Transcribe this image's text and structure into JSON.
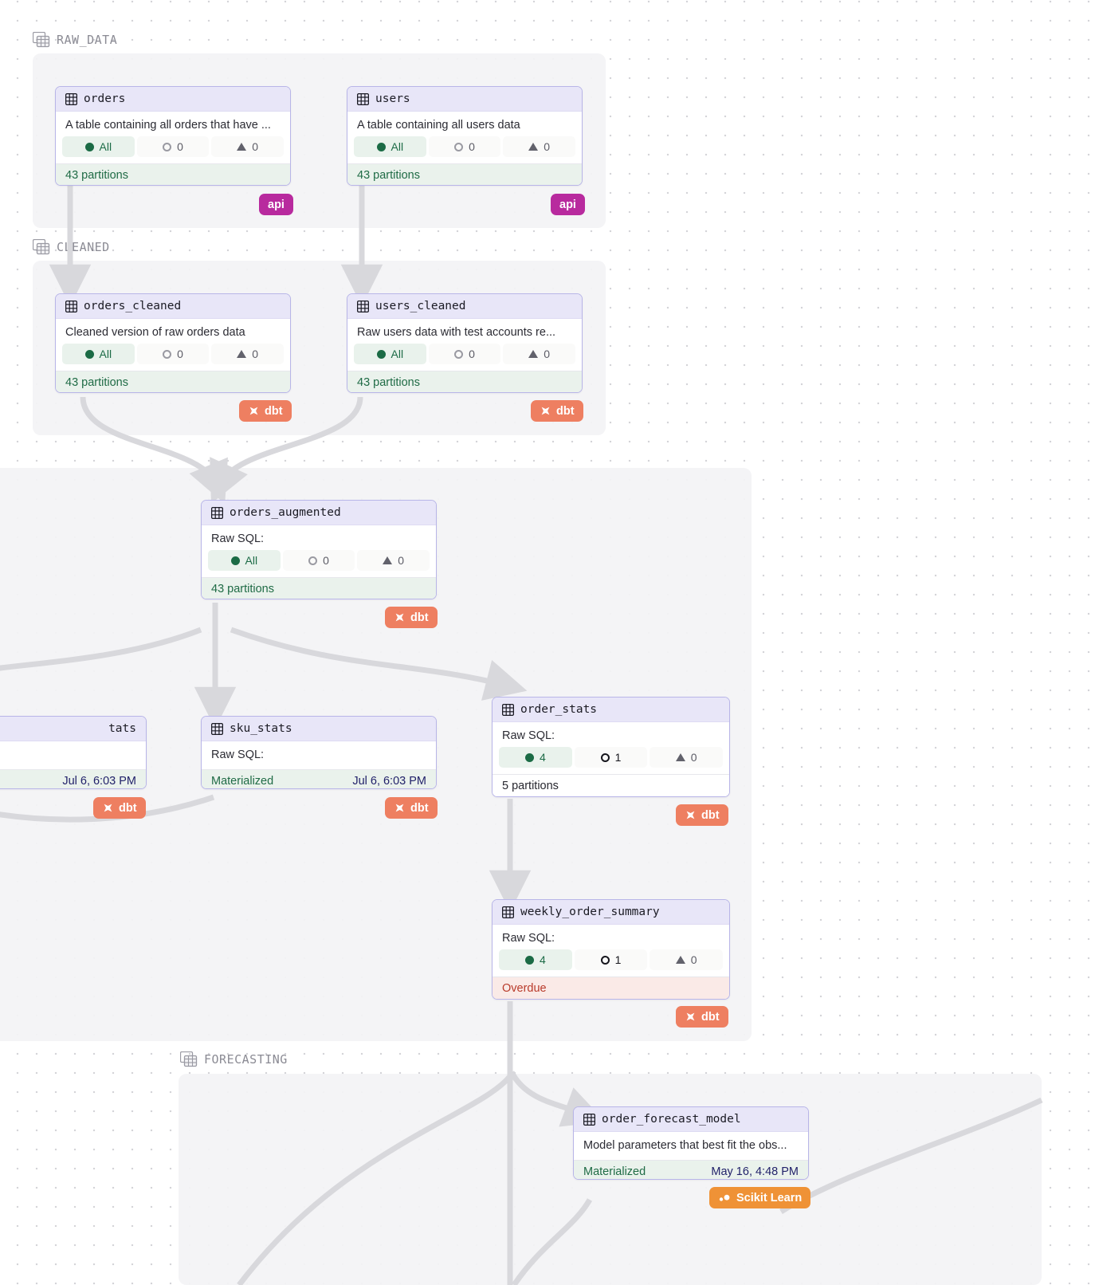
{
  "groups": [
    {
      "id": "raw_data",
      "label": "RAW_DATA"
    },
    {
      "id": "cleaned",
      "label": "CLEANED"
    },
    {
      "id": "analytics",
      "label": ""
    },
    {
      "id": "forecasting",
      "label": "FORECASTING"
    }
  ],
  "nodes": [
    {
      "id": "orders",
      "title": "orders",
      "desc": "A table containing all orders that have ...",
      "status": {
        "success_label": "All",
        "in_progress": "0",
        "failed": "0"
      },
      "footer_left": "43 partitions",
      "footer_right": "",
      "footer_style": "green"
    },
    {
      "id": "users",
      "title": "users",
      "desc": "A table containing all users data",
      "status": {
        "success_label": "All",
        "in_progress": "0",
        "failed": "0"
      },
      "footer_left": "43 partitions",
      "footer_right": "",
      "footer_style": "green"
    },
    {
      "id": "orders_cleaned",
      "title": "orders_cleaned",
      "desc": "Cleaned version of raw orders data",
      "status": {
        "success_label": "All",
        "in_progress": "0",
        "failed": "0"
      },
      "footer_left": "43 partitions",
      "footer_right": "",
      "footer_style": "green"
    },
    {
      "id": "users_cleaned",
      "title": "users_cleaned",
      "desc": "Raw users data with test accounts re...",
      "status": {
        "success_label": "All",
        "in_progress": "0",
        "failed": "0"
      },
      "footer_left": "43 partitions",
      "footer_right": "",
      "footer_style": "green"
    },
    {
      "id": "orders_augmented",
      "title": "orders_augmented",
      "desc": "Raw SQL:",
      "status": {
        "success_label": "All",
        "in_progress": "0",
        "failed": "0"
      },
      "footer_left": "43 partitions",
      "footer_right": "",
      "footer_style": "green"
    },
    {
      "id": "sku_stats_partial",
      "title": "tats",
      "desc": "",
      "footer_left": "",
      "footer_right": "Jul 6, 6:03 PM",
      "footer_style": "green"
    },
    {
      "id": "sku_stats",
      "title": "sku_stats",
      "desc": "Raw SQL:",
      "footer_left": "Materialized",
      "footer_right": "Jul 6, 6:03 PM",
      "footer_style": "green"
    },
    {
      "id": "order_stats",
      "title": "order_stats",
      "desc": "Raw SQL:",
      "status": {
        "success_label": "4",
        "in_progress": "1",
        "failed": "0"
      },
      "footer_left": "5 partitions",
      "footer_right": "",
      "footer_style": "plain"
    },
    {
      "id": "weekly_order_summary",
      "title": "weekly_order_summary",
      "desc": "Raw SQL:",
      "status": {
        "success_label": "4",
        "in_progress": "1",
        "failed": "0"
      },
      "footer_left": "Overdue",
      "footer_right": "",
      "footer_style": "overdue"
    },
    {
      "id": "order_forecast_model",
      "title": "order_forecast_model",
      "desc": "Model parameters that best fit the obs...",
      "footer_left": "Materialized",
      "footer_right": "May 16, 4:48 PM",
      "footer_style": "green"
    }
  ],
  "badges": [
    {
      "id": "orders-api",
      "label": "api",
      "kind": "api"
    },
    {
      "id": "users-api",
      "label": "api",
      "kind": "api"
    },
    {
      "id": "orders-cleaned-dbt",
      "label": "dbt",
      "kind": "dbt"
    },
    {
      "id": "users-cleaned-dbt",
      "label": "dbt",
      "kind": "dbt"
    },
    {
      "id": "orders-augmented-dbt",
      "label": "dbt",
      "kind": "dbt"
    },
    {
      "id": "sku-stats-partial-dbt",
      "label": "dbt",
      "kind": "dbt"
    },
    {
      "id": "sku-stats-dbt",
      "label": "dbt",
      "kind": "dbt"
    },
    {
      "id": "order-stats-dbt",
      "label": "dbt",
      "kind": "dbt"
    },
    {
      "id": "weekly-order-summary-dbt",
      "label": "dbt",
      "kind": "dbt"
    },
    {
      "id": "order-forecast-sklearn",
      "label": "Scikit Learn",
      "kind": "sklearn"
    }
  ],
  "colors": {
    "node_border": "#b8b5e8",
    "node_header": "#e8e6f8",
    "success_green": "#1b6b45",
    "footer_green_bg": "#eaf2ec",
    "overdue_red": "#b93b2b",
    "overdue_bg": "#faeae7",
    "api_badge": "#b82a9e",
    "dbt_badge": "#ee7f61",
    "sklearn_badge": "#ef9236",
    "group_bg": "#f3f3f5",
    "timestamp_navy": "#22226a"
  }
}
